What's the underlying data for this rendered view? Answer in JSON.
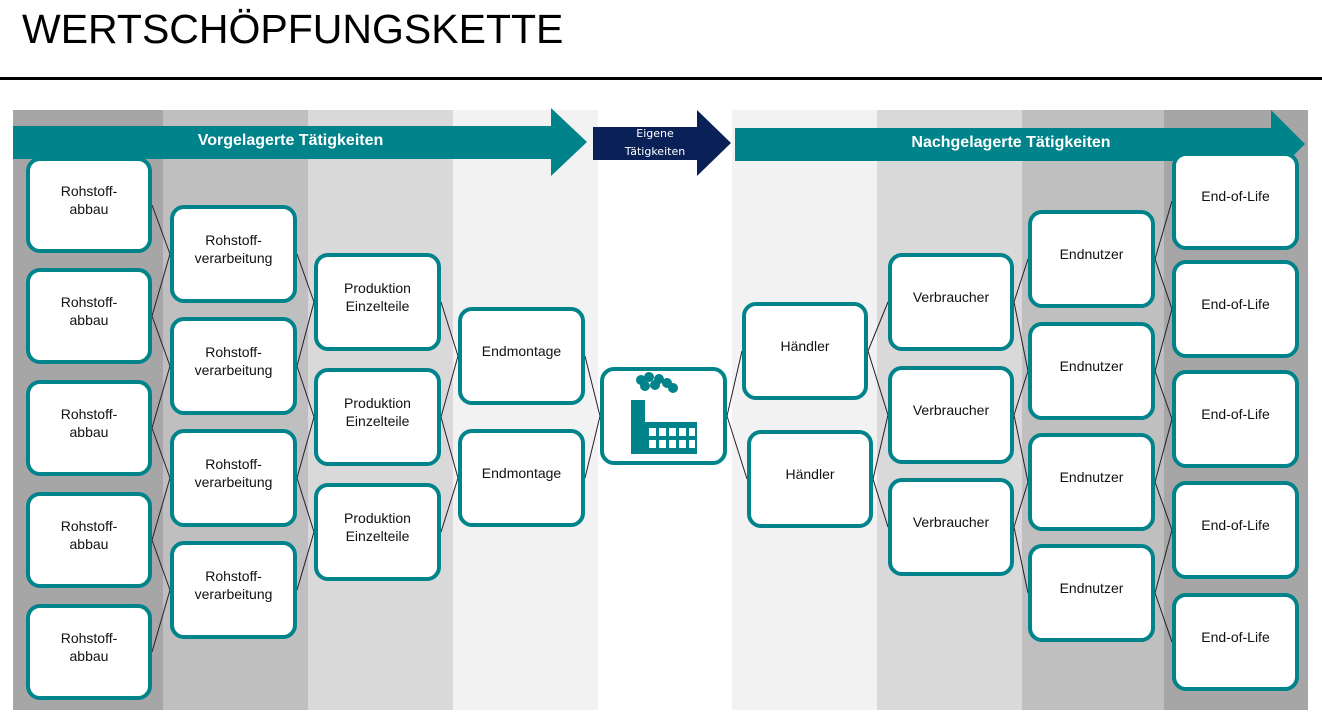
{
  "title": "WERTSCHÖPFUNGSKETTE",
  "colors": {
    "teal": "#00838a",
    "navy": "#0a2157",
    "band_dark": "#a6a6a6",
    "band_mid": "#bfbfbf",
    "band_light": "#d9d9d9",
    "band_lightest": "#f2f2f2",
    "node_border": "#00838a"
  },
  "arrows": {
    "upstream": "Vorgelagerte Tätigkeiten",
    "own_line1": "Eigene",
    "own_line2": "Tätigkeiten",
    "downstream": "Nachgelagerte Tätigkeiten"
  },
  "upstream": {
    "rohstoffabbau": [
      "Rohstoff-\nabbau",
      "Rohstoff-\nabbau",
      "Rohstoff-\nabbau",
      "Rohstoff-\nabbau",
      "Rohstoff-\nabbau"
    ],
    "rohstoffverarbeitung": [
      "Rohstoff-\nverarbeitung",
      "Rohstoff-\nverarbeitung",
      "Rohstoff-\nverarbeitung",
      "Rohstoff-\nverarbeitung"
    ],
    "produktion": [
      "Produktion\nEinzelteile",
      "Produktion\nEinzelteile",
      "Produktion\nEinzelteile"
    ],
    "endmontage": [
      "Endmontage",
      "Endmontage"
    ]
  },
  "own": {
    "icon": "factory-icon"
  },
  "downstream": {
    "haendler": [
      "Händler",
      "Händler"
    ],
    "verbraucher": [
      "Verbraucher",
      "Verbraucher",
      "Verbraucher"
    ],
    "endnutzer": [
      "Endnutzer",
      "Endnutzer",
      "Endnutzer",
      "Endnutzer"
    ],
    "end_of_life": [
      "End-of-Life",
      "End-of-Life",
      "End-of-Life",
      "End-of-Life",
      "End-of-Life"
    ]
  }
}
